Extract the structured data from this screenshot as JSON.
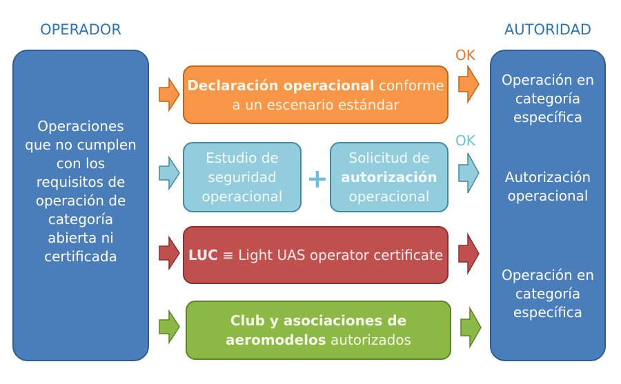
{
  "headers": {
    "left": "OPERADOR",
    "right": "AUTORIDAD"
  },
  "operator_box": {
    "lines": [
      "Operaciones",
      "que no cumplen",
      "con los",
      "requisitos de",
      "operación de",
      "categoría",
      "abierta ni",
      "certificada"
    ]
  },
  "rows": {
    "declaration": {
      "bold": "Declaración operacional",
      "rest1": " conforme",
      "line2": "a un escenario estándar"
    },
    "study": {
      "line1": "Estudio de",
      "line2": "seguridad",
      "line3": "operacional"
    },
    "plus": "+",
    "request": {
      "line1": "Solicitud de",
      "bold": "autorización",
      "line3": "operacional"
    },
    "luc": {
      "bold": "LUC",
      "rest": " ≡ Light UAS operator certificate"
    },
    "club": {
      "bold1": "Club y asociaciones de",
      "bold2": "aeromodelos",
      "rest": " autorizados"
    }
  },
  "ok_labels": {
    "first": "OK",
    "second": "OK"
  },
  "authority_box": {
    "item1": [
      "Operación en",
      "categoría",
      "específica"
    ],
    "item2": [
      "Autorización",
      "operacional"
    ],
    "item3": [
      "Operación en",
      "categoría",
      "específica"
    ]
  },
  "colors": {
    "operator_blue": "#4a7ebb",
    "orange": "#f79646",
    "light_blue": "#93cddd",
    "red": "#c0504d",
    "green": "#8cb845",
    "heading_blue": "#2e75b6",
    "ok_orange": "#e97524",
    "ok_blue": "#6cc0dd"
  }
}
